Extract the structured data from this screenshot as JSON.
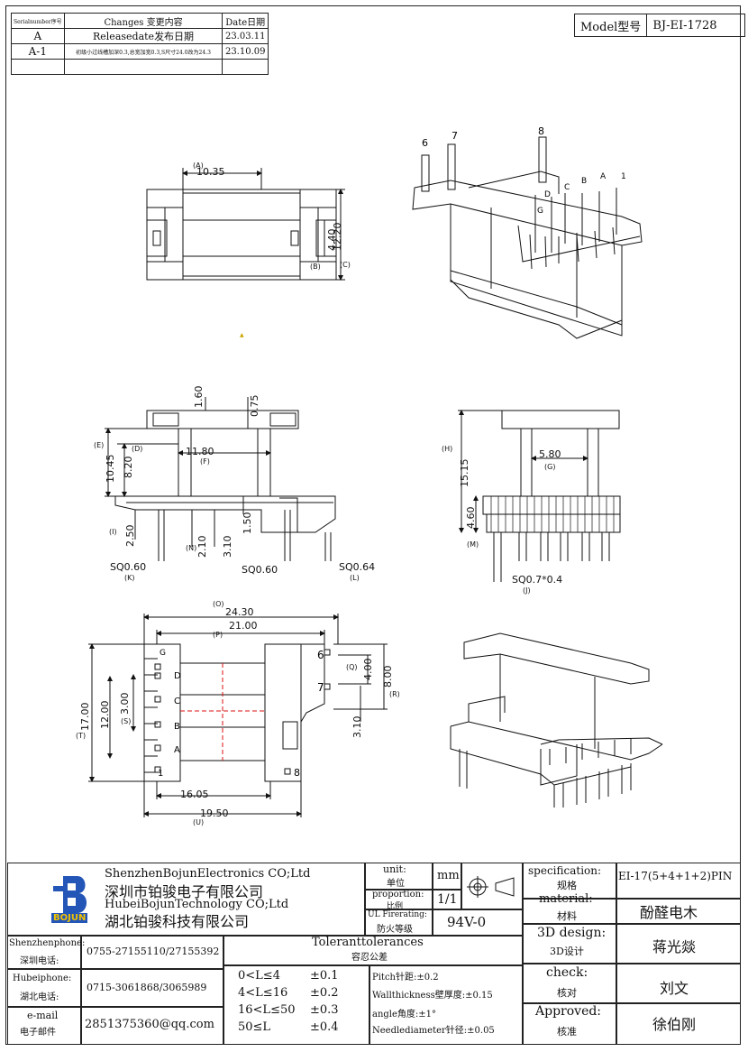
{
  "revision_table": {
    "headers": {
      "serial": "Serialnumber序号",
      "changes": "Changes 变更内容",
      "date": "Date日期"
    },
    "rows": [
      {
        "serial": "A",
        "change": "Releasedate发布日期",
        "date": "23.03.11"
      },
      {
        "serial": "A-1",
        "change": "初级小过线槽加深0.3,总宽加宽0.3,S尺寸24.0改为24.3",
        "date": "23.10.09"
      }
    ]
  },
  "model": {
    "label": "Model型号",
    "value": "BJ-EI-1728"
  },
  "top_view": {
    "A": "10.35",
    "A_tag": "(A)",
    "B": "4.40",
    "B_tag": "(B)",
    "C": "12.20",
    "C_tag": "(C)"
  },
  "front_view": {
    "v160": "1.60",
    "v075": "0.75",
    "E": "10.45",
    "E_tag": "(E)",
    "D": "8.20",
    "D_tag": "(D)",
    "F": "11.80",
    "F_tag": "(F)",
    "I": "2.50",
    "I_tag": "(I)",
    "N": "2.10",
    "N_tag": "(N)",
    "v310": "3.10",
    "v150": "1.50",
    "K": "SQ0.60",
    "K_tag": "(K)",
    "SQ060": "SQ0.60",
    "L": "SQ0.64",
    "L_tag": "(L)"
  },
  "side_view": {
    "H": "15.15",
    "H_tag": "(H)",
    "G": "5.80",
    "G_tag": "(G)",
    "M": "4.60",
    "M_tag": "(M)",
    "J": "SQ0.7*0.4",
    "J_tag": "(J)"
  },
  "bottom_view": {
    "O": "24.30",
    "O_tag": "(O)",
    "P": "21.00",
    "P_tag": "(P)",
    "T": "17.00",
    "T_tag": "(T)",
    "v1200": "12.00",
    "S": "3.00",
    "S_tag": "(S)",
    "Q": "4.00",
    "Q_tag": "(Q)",
    "R": "8.00",
    "R_tag": "(R)",
    "v310": "3.10",
    "v1605": "16.05",
    "U": "19.50",
    "U_tag": "(U)",
    "pins": [
      "6",
      "7",
      "8",
      "D",
      "C",
      "B",
      "A",
      "G",
      "1"
    ]
  },
  "iso_pins": {
    "p6": "6",
    "p7": "7",
    "p8": "8",
    "pD": "D",
    "pC": "C",
    "pB": "B",
    "pA": "A",
    "p1": "1",
    "pG": "G"
  },
  "title_block": {
    "logo_text": "BOJUN",
    "company_en1": "ShenzhenBojunElectronics CO;Ltd",
    "company_cn1": "深圳市铂骏电子有限公司",
    "company_en2": "HubeiBojunTechnology CO;Ltd",
    "company_cn2": "湖北铂骏科技有限公司",
    "unit_label": "unit:",
    "unit_label_cn": "单位",
    "unit_value": "mm",
    "proportion_label": "proportion:",
    "proportion_label_cn": "比例",
    "proportion_value": "1/1",
    "fire_label": "UL Firerating:",
    "fire_label_cn": "防火等级",
    "fire_value": "94V-0",
    "spec_label": "specification:",
    "spec_label_cn": "规格",
    "spec_value": "EI-17(5+4+1+2)PIN",
    "material_label": "material:",
    "material_label_cn": "材料",
    "material_value": "酚醛电木",
    "design_label": "3D design:",
    "design_label_cn": "3D设计",
    "design_value": "蒋光燚",
    "check_label": "check:",
    "check_label_cn": "核对",
    "check_value": "刘文",
    "approved_label": "Approved:",
    "approved_label_cn": "核准",
    "approved_value": "徐伯刚",
    "sz_phone_label": "Shenzhenphone:",
    "sz_phone_label_cn": "深圳电话:",
    "sz_phone": "0755-27155110/27155392",
    "hb_phone_label": "Hubeiphone:",
    "hb_phone_label_cn": "湖北电话:",
    "hb_phone": "0715-3061868/3065989",
    "email_label": "e-mail",
    "email_label_cn": "电子邮件",
    "email": "2851375360@qq.com",
    "tol_title": "Toleranttolerances",
    "tol_title_cn": "容忍公差",
    "tolerances": [
      {
        "range": "0<L≤4",
        "value": "±0.1"
      },
      {
        "range": "4<L≤16",
        "value": "±0.2"
      },
      {
        "range": "16<L≤50",
        "value": "±0.3"
      },
      {
        "range": "50≤L",
        "value": "±0.4"
      }
    ],
    "notes": [
      "Pitch针距:±0.2",
      "Wallthickness壁厚度:±0.15",
      "angle角度:±1°",
      "Needlediameter针径:±0.05"
    ]
  }
}
